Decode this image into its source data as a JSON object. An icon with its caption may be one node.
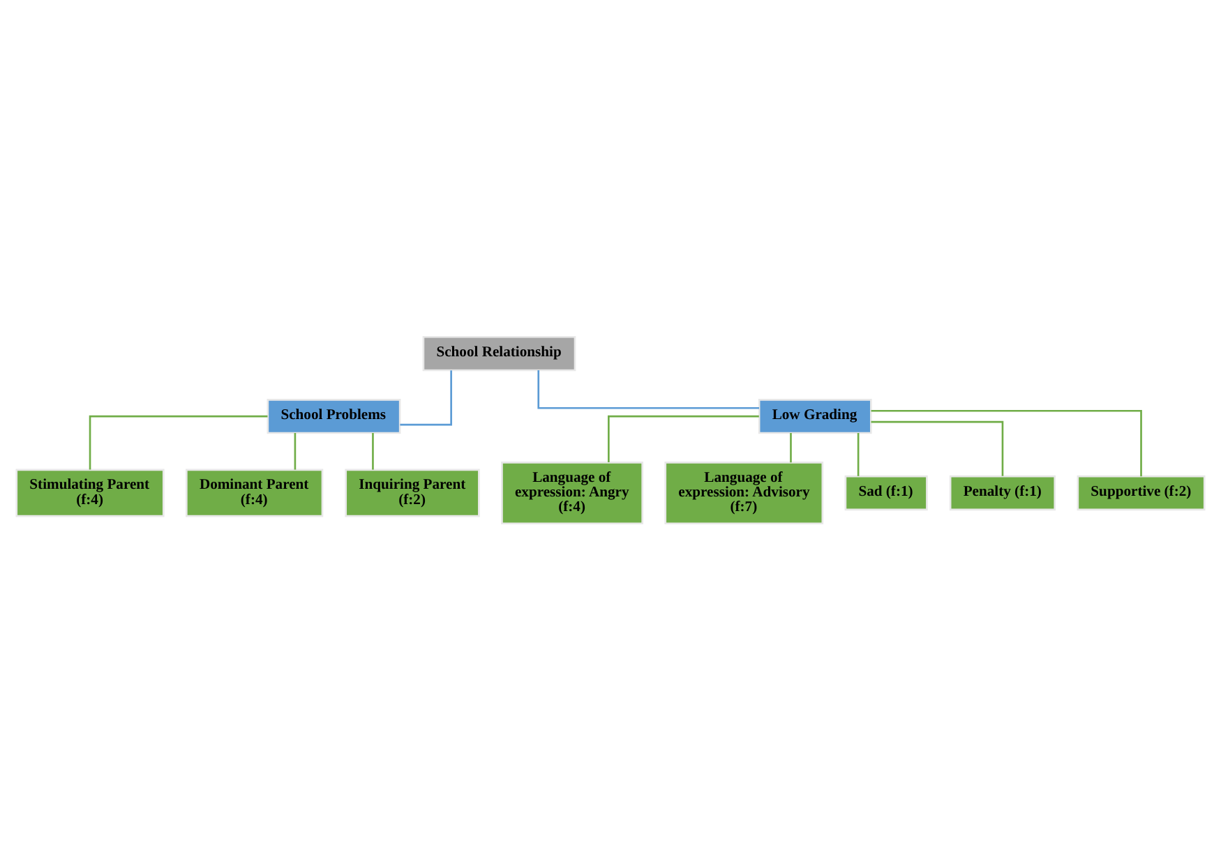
{
  "diagram": {
    "nodes": [
      {
        "text": [
          "School Relationship"
        ]
      },
      {
        "text": [
          "School Problems"
        ]
      },
      {
        "text": [
          "Low Grading"
        ]
      },
      {
        "text": [
          "Stimulating Parent (f:4)"
        ]
      },
      {
        "text": [
          "Dominant Parent (f:4)"
        ]
      },
      {
        "text": [
          "Inquiring Parent (f:2)"
        ]
      },
      {
        "text": [
          "Language of expression: Angry (f:4)"
        ]
      },
      {
        "text": [
          "Language of expression: Advisory (f:7)"
        ]
      },
      {
        "text": [
          "Sad (f:1)"
        ]
      },
      {
        "text": [
          "Penalty (f:1)"
        ]
      },
      {
        "text": [
          "Supportive (f:2)"
        ]
      }
    ],
    "edges": [
      {
        "from": 0,
        "to": 1,
        "arrow": "none",
        "color": "#5b9bd5"
      },
      {
        "from": 0,
        "to": 2,
        "arrow": "none",
        "color": "#5b9bd5"
      },
      {
        "from": 1,
        "to": 3,
        "arrow": "none"
      },
      {
        "from": 1,
        "to": 4,
        "arrow": "none"
      },
      {
        "from": 1,
        "to": 5,
        "arrow": "none"
      },
      {
        "from": 2,
        "to": 6,
        "arrow": "none"
      },
      {
        "from": 2,
        "to": 7,
        "arrow": "none"
      },
      {
        "from": 2,
        "to": 8,
        "arrow": "none"
      },
      {
        "from": 2,
        "to": 9,
        "arrow": "none"
      },
      {
        "from": 2,
        "to": 10,
        "arrow": "none"
      }
    ]
  }
}
